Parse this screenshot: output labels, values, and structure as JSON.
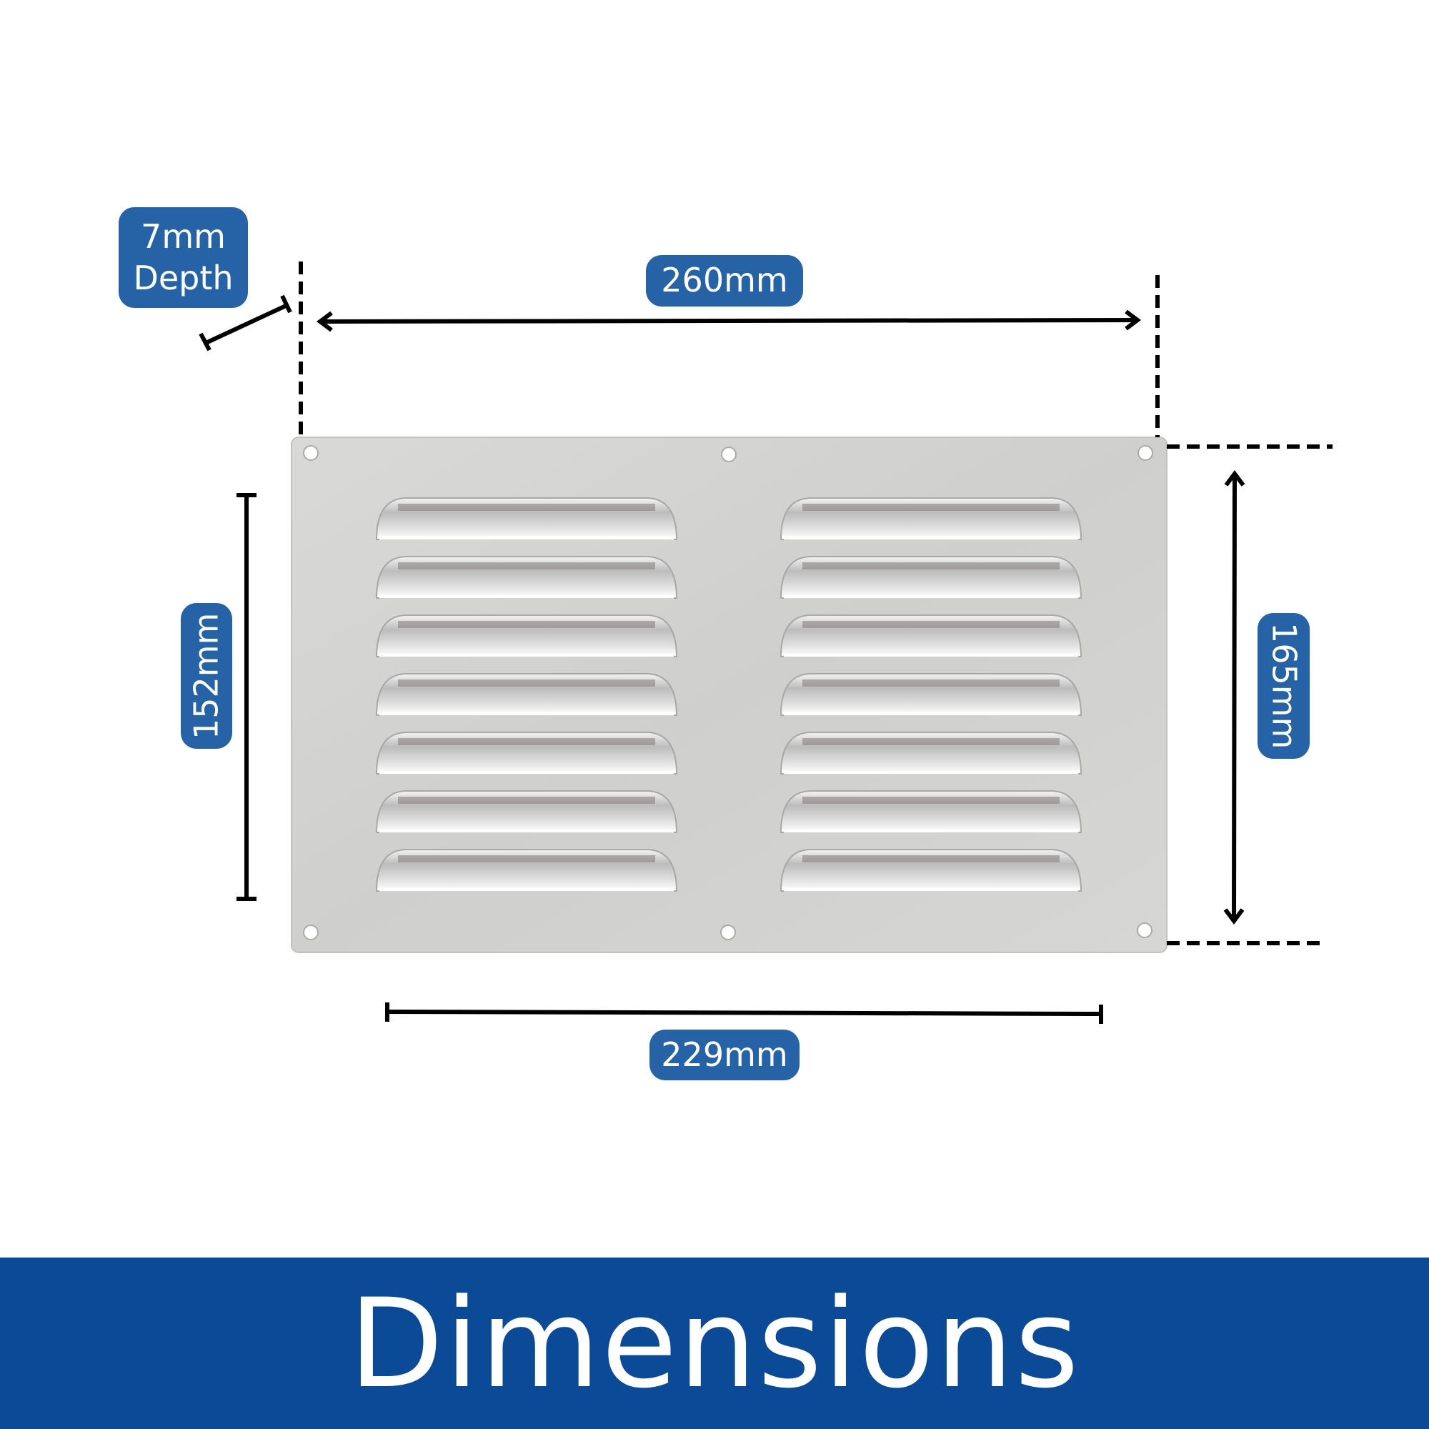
{
  "labels": {
    "depth_value": "7mm",
    "depth_word": "Depth",
    "overall_width": "260mm",
    "overall_height": "165mm",
    "inner_height": "152mm",
    "inner_width": "229mm"
  },
  "banner": {
    "title": "Dimensions"
  },
  "product": {
    "louver_columns": 2,
    "louver_rows": 7,
    "screw_holes": 6
  },
  "colors": {
    "label": "#2563a6",
    "banner": "#0a4a97",
    "plate": "#d4d4d2"
  }
}
